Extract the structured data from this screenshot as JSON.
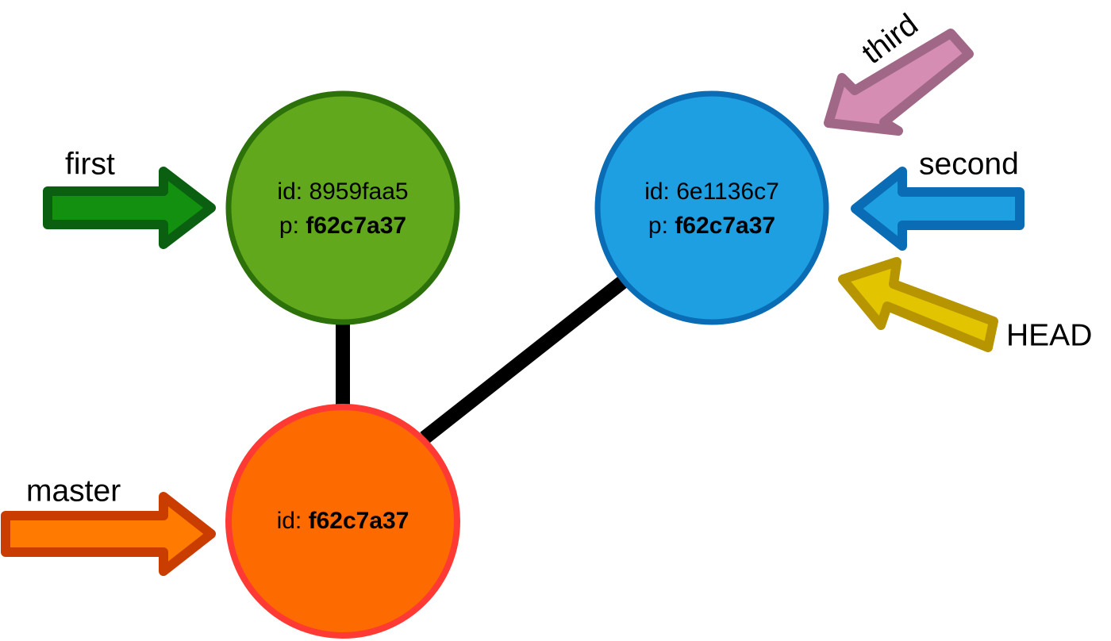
{
  "colors": {
    "first_node_fill": "#62A81C",
    "first_node_stroke": "#2D710A",
    "second_node_fill": "#1D9FE1",
    "second_node_stroke": "#0A6CB4",
    "master_node_fill": "#FC6A00",
    "master_node_stroke": "#FF3A34",
    "first_arrow_fill": "#139010",
    "first_arrow_stroke": "#0B5F10",
    "master_arrow_fill": "#FF7A00",
    "master_arrow_stroke": "#C93D00",
    "third_arrow_fill": "#D58DB3",
    "third_arrow_stroke": "#A06787",
    "second_arrow_fill": "#1D9FE1",
    "second_arrow_stroke": "#0A6CB4",
    "head_arrow_fill": "#E3C400",
    "head_arrow_stroke": "#B79500"
  },
  "nodes": {
    "first": {
      "id_prefix": "id: ",
      "id_value": "8959faa5",
      "parent_prefix": "p: ",
      "parent_value": "f62c7a37"
    },
    "second": {
      "id_prefix": "id: ",
      "id_value": "6e1136c7",
      "parent_prefix": "p: ",
      "parent_value": "f62c7a37"
    },
    "master": {
      "id_prefix": "id: ",
      "id_value": "f62c7a37"
    }
  },
  "labels": {
    "first": "first",
    "master": "master",
    "third": "third",
    "second": "second",
    "head": "HEAD"
  }
}
